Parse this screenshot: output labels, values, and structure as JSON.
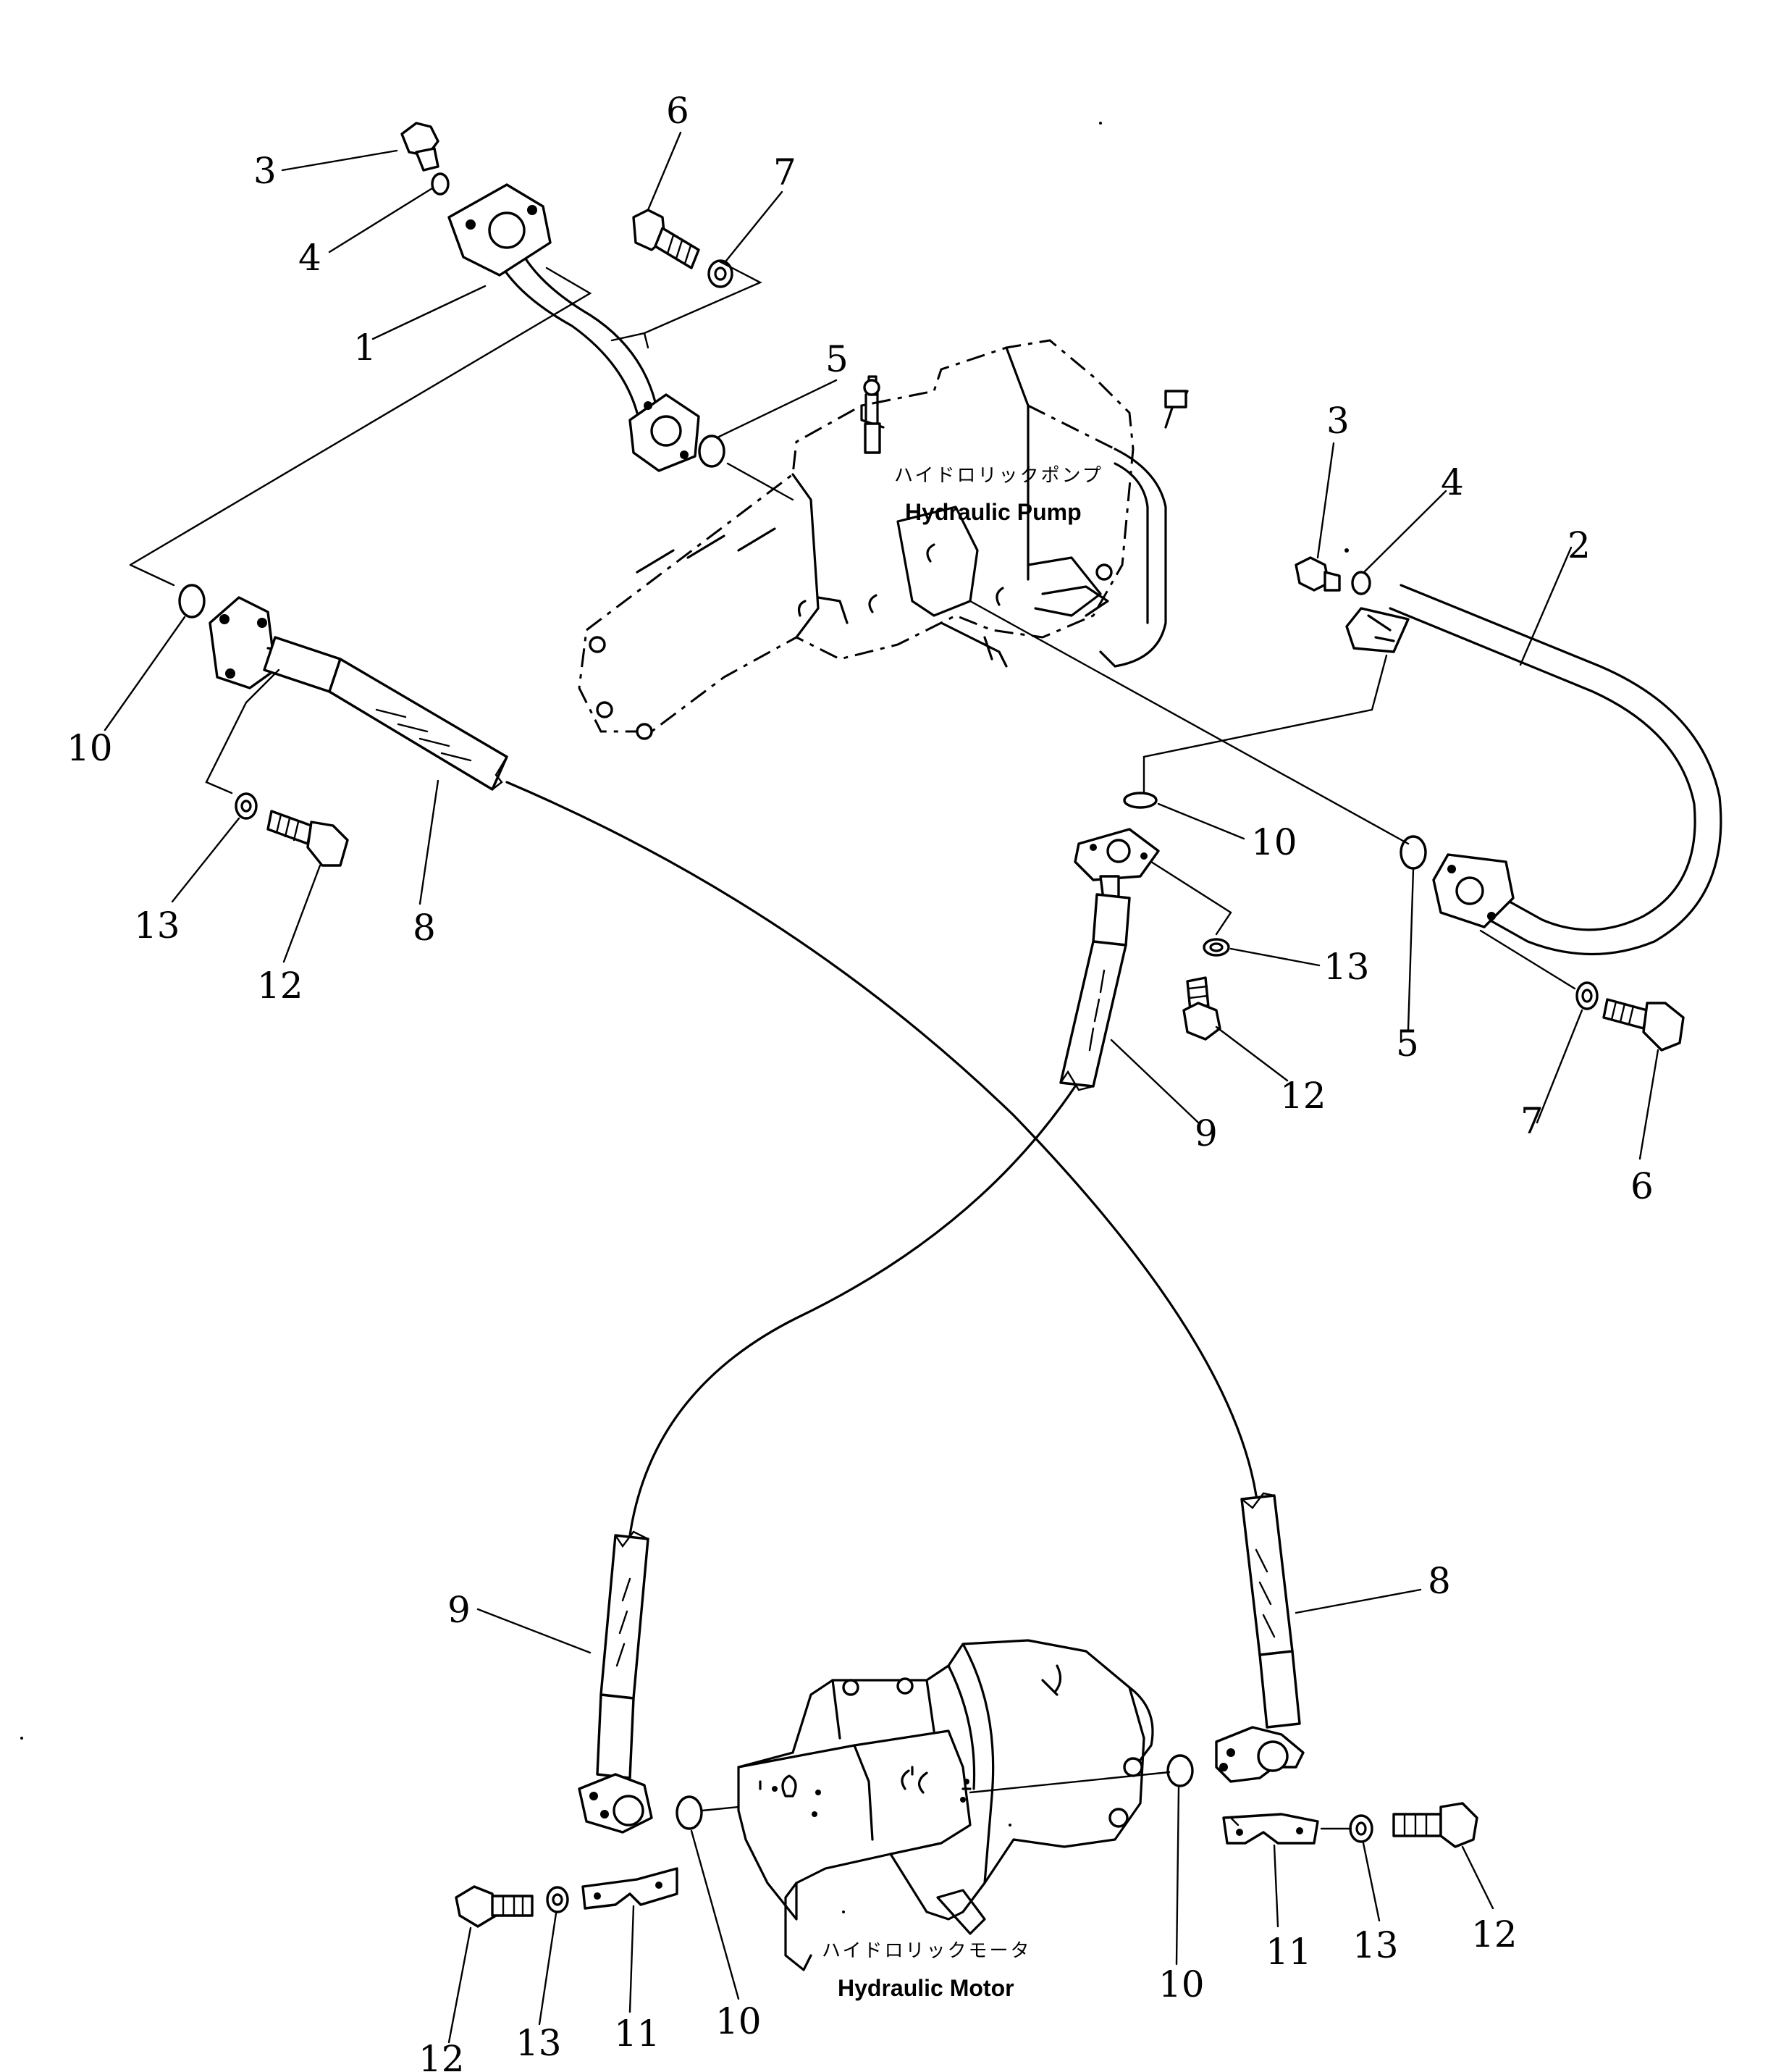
{
  "pump": {
    "label_jp": "ハイドロリックポンプ",
    "label_en": "Hydraulic Pump"
  },
  "motor": {
    "label_jp": "ハイドロリックモータ",
    "label_en": "Hydraulic Motor"
  },
  "callouts": [
    {
      "id": "c-3a",
      "text": "3"
    },
    {
      "id": "c-4a",
      "text": "4"
    },
    {
      "id": "c-1",
      "text": "1"
    },
    {
      "id": "c-6a",
      "text": "6"
    },
    {
      "id": "c-7a",
      "text": "7"
    },
    {
      "id": "c-5a",
      "text": "5"
    },
    {
      "id": "c-10a",
      "text": "10"
    },
    {
      "id": "c-13a",
      "text": "13"
    },
    {
      "id": "c-12a",
      "text": "12"
    },
    {
      "id": "c-8a",
      "text": "8"
    },
    {
      "id": "c-3b",
      "text": "3"
    },
    {
      "id": "c-4b",
      "text": "4"
    },
    {
      "id": "c-2",
      "text": "2"
    },
    {
      "id": "c-10b",
      "text": "10"
    },
    {
      "id": "c-13b",
      "text": "13"
    },
    {
      "id": "c-12b",
      "text": "12"
    },
    {
      "id": "c-9a",
      "text": "9"
    },
    {
      "id": "c-5b",
      "text": "5"
    },
    {
      "id": "c-7b",
      "text": "7"
    },
    {
      "id": "c-6b",
      "text": "6"
    },
    {
      "id": "c-9b",
      "text": "9"
    },
    {
      "id": "c-8b",
      "text": "8"
    },
    {
      "id": "c-10c",
      "text": "10"
    },
    {
      "id": "c-11a",
      "text": "11"
    },
    {
      "id": "c-13c",
      "text": "13"
    },
    {
      "id": "c-12c",
      "text": "12"
    },
    {
      "id": "c-12d",
      "text": "12"
    },
    {
      "id": "c-13d",
      "text": "13"
    },
    {
      "id": "c-11b",
      "text": "11"
    },
    {
      "id": "c-10d",
      "text": "10"
    }
  ]
}
